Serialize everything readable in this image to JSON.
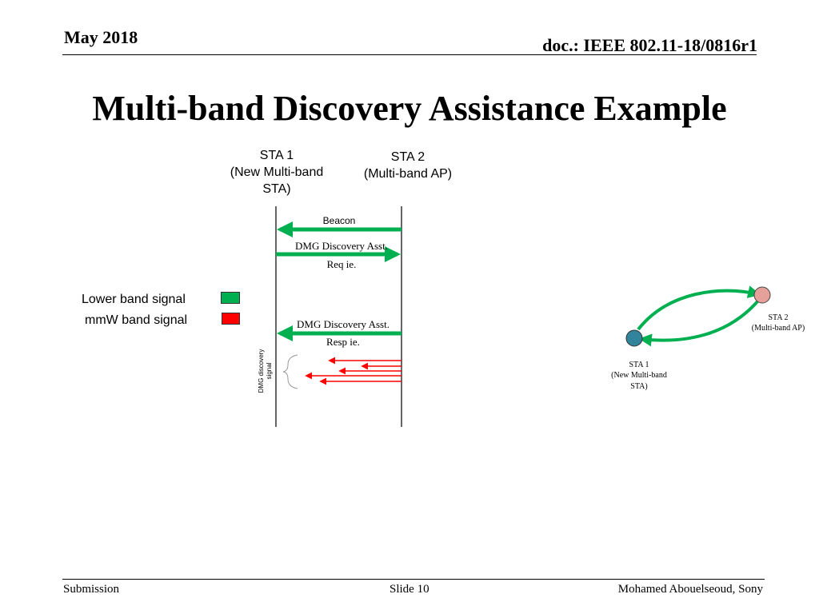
{
  "header": {
    "date": "May 2018",
    "doc": "doc.: IEEE 802.11-18/0816r1"
  },
  "title": "Multi-band Discovery Assistance Example",
  "sequence": {
    "sta1": {
      "line1": "STA 1",
      "line2": "(New Multi-band",
      "line3": "STA)"
    },
    "sta2": {
      "line1": "STA 2",
      "line2": "(Multi-band AP)"
    },
    "beacon": "Beacon",
    "req_line1": "DMG Discovery Asst.",
    "req_line2": "Req ie.",
    "resp_line1": "DMG Discovery Asst.",
    "resp_line2": "Resp ie.",
    "dmg_signal_line1": "DMG discovery",
    "dmg_signal_line2": "signal"
  },
  "legend": {
    "lower": "Lower band signal",
    "mmw": "mmW band signal",
    "lower_color": "#00b050",
    "mmw_color": "#ff0000"
  },
  "topology": {
    "sta2_line1": "STA 2",
    "sta2_line2": "(Multi-band AP)",
    "sta1_line1": "STA 1",
    "sta1_line2": "(New Multi-band",
    "sta1_line3": "STA)",
    "sta1_color": "#31849b",
    "sta2_color": "#e6a09a"
  },
  "footer": {
    "left": "Submission",
    "center": "Slide 10",
    "right": "Mohamed Abouelseoud, Sony"
  }
}
